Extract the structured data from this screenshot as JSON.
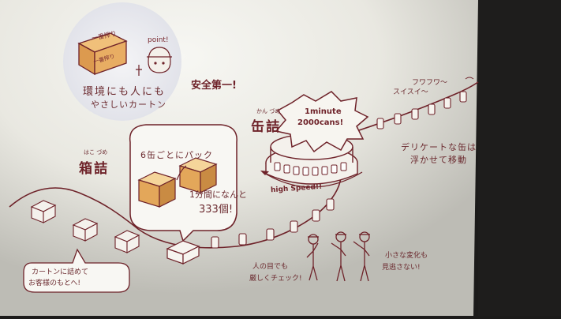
{
  "texts": {
    "box_label_top": "一番搾り",
    "box_label_front": "一番搾り",
    "point": "point!",
    "eco_line1": "環境にも人にも",
    "eco_line2": "やさしいカートン",
    "safety": "安全第一!",
    "canning": "缶詰",
    "canning_ruby": "かん づめ",
    "burst_line1": "1minute",
    "burst_line2": "2000cans!",
    "fuwa": "フワフワ〜",
    "suisui": "スイスイ〜",
    "delicate_line1": "デリケートな缶は",
    "delicate_line2": "浮かせて移動",
    "packing": "箱詰",
    "packing_ruby": "はこ づめ",
    "six_pack": "6缶ごとにパック",
    "per_min_line1": "1分間になんと",
    "per_min_line2": "333個!",
    "high_speed": "high Speed!!",
    "carton_line1": "カートンに詰めて",
    "carton_line2": "お客様のもとへ!",
    "check_line1": "人の目でも",
    "check_line2": "厳しくチェック!",
    "small_change_line1": "小さな変化も",
    "small_change_line2": "見逃さない!"
  },
  "colors": {
    "wall": "#ecebe4",
    "ink": "#7a2a30",
    "box_fill": "#e3a75a",
    "background_dark": "#1c1b1a"
  }
}
